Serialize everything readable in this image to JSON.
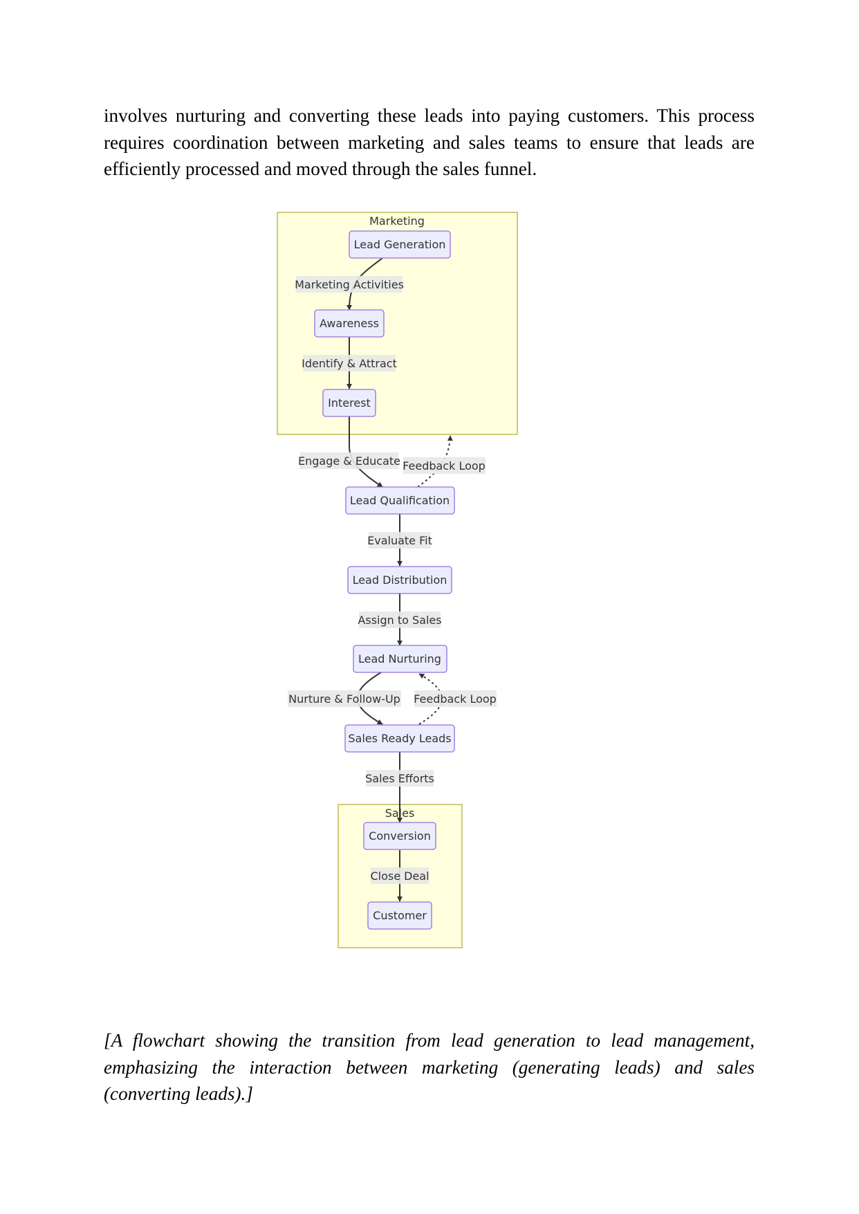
{
  "paragraph": "involves nurturing and converting these leads into paying customers. This process requires coordination between marketing and sales teams to ensure that leads are efficiently processed and moved through the sales funnel.",
  "caption": "[A flowchart showing the transition from lead generation to lead management, emphasizing the interaction between marketing (generating leads) and sales (converting leads).]",
  "diagram": {
    "clusters": {
      "marketing": "Marketing",
      "sales": "Sales"
    },
    "nodes": {
      "lead_generation": "Lead Generation",
      "awareness": "Awareness",
      "interest": "Interest",
      "lead_qualification": "Lead Qualification",
      "lead_distribution": "Lead Distribution",
      "lead_nurturing": "Lead Nurturing",
      "sales_ready_leads": "Sales Ready Leads",
      "conversion": "Conversion",
      "customer": "Customer"
    },
    "edge_labels": {
      "marketing_activities": "Marketing Activities",
      "identify_attract": "Identify & Attract",
      "engage_educate": "Engage & Educate",
      "feedback_loop_1": "Feedback Loop",
      "evaluate_fit": "Evaluate Fit",
      "assign_to_sales": "Assign to Sales",
      "nurture_follow_up": "Nurture & Follow-Up",
      "feedback_loop_2": "Feedback Loop",
      "sales_efforts": "Sales Efforts",
      "close_deal": "Close Deal"
    }
  }
}
